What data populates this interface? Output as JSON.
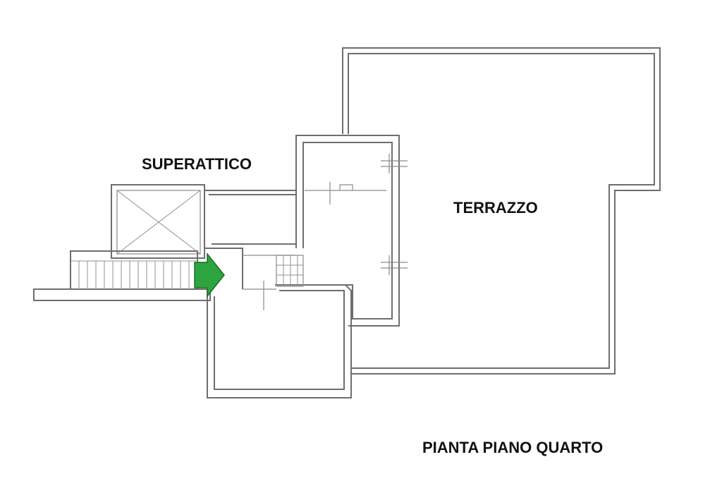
{
  "labels": {
    "superattico": "SUPERATTICO",
    "terrazzo": "TERRAZZO",
    "plan_title": "PIANTA PIANO QUARTO"
  },
  "colors": {
    "arrow": "#2ea43f",
    "walls": "#6e6e6e",
    "background": "#ffffff"
  },
  "icons": {
    "entrance": "entrance-arrow-icon"
  }
}
